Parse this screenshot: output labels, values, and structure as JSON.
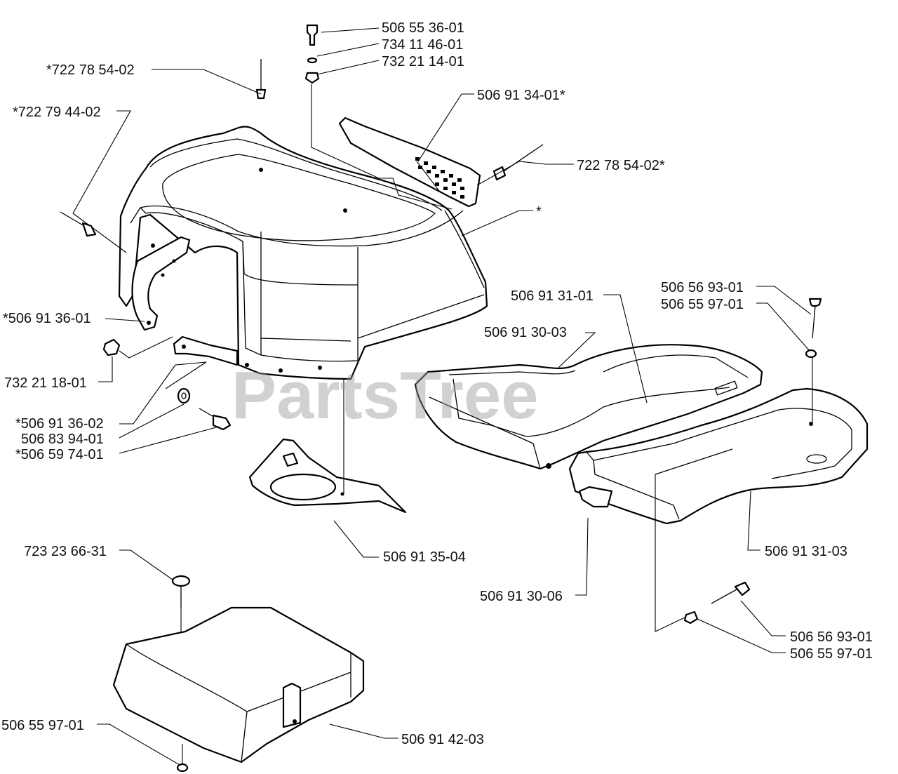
{
  "watermark": "PartsTree",
  "callouts": {
    "c1": "506 55 36-01",
    "c2": "734 11 46-01",
    "c3": "732 21 14-01",
    "c4": "*722 78 54-02",
    "c5": "*722 79 44-02",
    "c6": "506 91 34-01*",
    "c7": "722 78 54-02*",
    "c8": "*",
    "c9": "*506 91 36-01",
    "c10": "732 21 18-01",
    "c11": "*506 91 36-02",
    "c12": "506 83 94-01",
    "c13": "*506 59 74-01",
    "c14": "506 91 35-04",
    "c15": "506 91 31-01",
    "c16": "506 91 30-03",
    "c17": "506 56 93-01",
    "c18": "506 55 97-01",
    "c19": "506 91 31-03",
    "c20": "506 91 30-06",
    "c21": "506 56 93-01",
    "c22": "506 55 97-01",
    "c23": "723 23 66-31",
    "c24": "506 55 97-01",
    "c25": "506 91 42-03"
  }
}
